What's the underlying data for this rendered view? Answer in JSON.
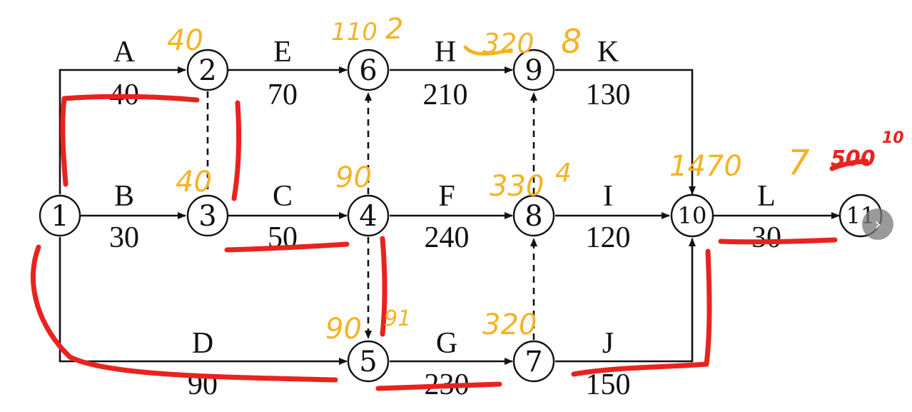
{
  "nodes": [
    {
      "id": "1",
      "label": "1"
    },
    {
      "id": "2",
      "label": "2"
    },
    {
      "id": "3",
      "label": "3"
    },
    {
      "id": "4",
      "label": "4"
    },
    {
      "id": "5",
      "label": "5"
    },
    {
      "id": "6",
      "label": "6"
    },
    {
      "id": "7",
      "label": "7"
    },
    {
      "id": "8",
      "label": "8"
    },
    {
      "id": "9",
      "label": "9"
    },
    {
      "id": "10",
      "label": "10"
    },
    {
      "id": "11",
      "label": "11"
    }
  ],
  "activities": [
    {
      "id": "A",
      "from": "1",
      "to": "2",
      "duration": "40"
    },
    {
      "id": "B",
      "from": "1",
      "to": "3",
      "duration": "30"
    },
    {
      "id": "D",
      "from": "1",
      "to": "5",
      "duration": "90"
    },
    {
      "id": "E",
      "from": "2",
      "to": "6",
      "duration": "70"
    },
    {
      "id": "C",
      "from": "3",
      "to": "4",
      "duration": "50"
    },
    {
      "id": "F",
      "from": "4",
      "to": "8",
      "duration": "240"
    },
    {
      "id": "G",
      "from": "5",
      "to": "7",
      "duration": "230"
    },
    {
      "id": "H",
      "from": "6",
      "to": "9",
      "duration": "210"
    },
    {
      "id": "K",
      "from": "9",
      "to": "10",
      "duration": "130"
    },
    {
      "id": "I",
      "from": "8",
      "to": "10",
      "duration": "120"
    },
    {
      "id": "J",
      "from": "7",
      "to": "10",
      "duration": "150"
    },
    {
      "id": "L",
      "from": "10",
      "to": "11",
      "duration": "30"
    }
  ],
  "dummies": [
    {
      "from": "2",
      "to": "3"
    },
    {
      "from": "4",
      "to": "6"
    },
    {
      "from": "4",
      "to": "5"
    },
    {
      "from": "8",
      "to": "9"
    },
    {
      "from": "7",
      "to": "8"
    }
  ],
  "annotations": {
    "node2": "40",
    "node3": "40",
    "node4": "90",
    "node5": "90",
    "node5b": "91",
    "node6": "110",
    "node6b": "2",
    "node7": "320",
    "node8": "330",
    "node8b": "4",
    "node9": "320",
    "node9b": "8",
    "node10": "1470",
    "node10b": "7",
    "node11": "500",
    "node11b": "10"
  },
  "colors": {
    "annotation": "#f5b324",
    "critical_path": "#e8231f",
    "ink": "#111111"
  },
  "ui": {
    "next_icon": "›"
  }
}
